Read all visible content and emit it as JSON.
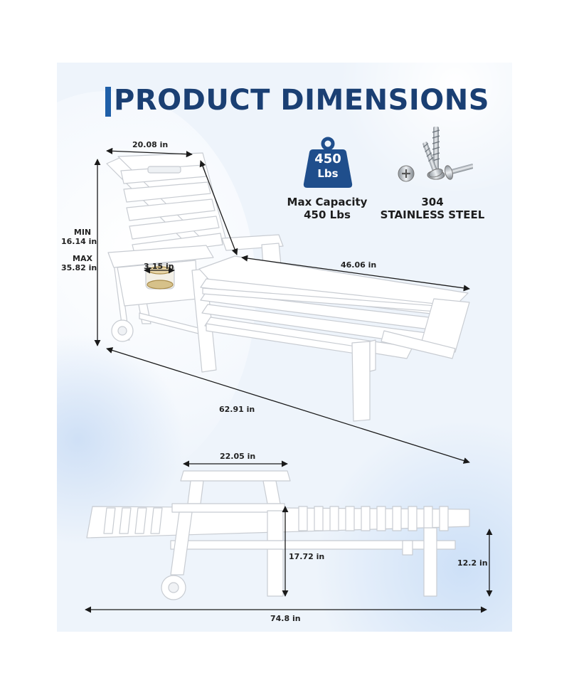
{
  "heading": {
    "title": "PRODUCT DIMENSIONS"
  },
  "features": {
    "capacity": {
      "badge_value": "450",
      "badge_unit": "Lbs",
      "line1": "Max Capacity",
      "line2": "450 Lbs"
    },
    "material": {
      "line1": "304",
      "line2": "STAINLESS STEEL"
    }
  },
  "dimensions": {
    "back_width": "20.08 in",
    "height_min_label": "MIN",
    "height_min_value": "16.14 in",
    "height_max_label": "MAX",
    "height_max_value": "35.82 in",
    "cup_holder": "3.15 in",
    "seat_length": "46.06 in",
    "overall_length": "62.91 in",
    "table_width": "22.05 in",
    "table_height": "17.72 in",
    "lounge_height": "12.2 in",
    "flat_length": "74.8 in"
  },
  "colors": {
    "title": "#1a3f73",
    "accent": "#1f5fa8",
    "badge": "#1f4e8c"
  }
}
